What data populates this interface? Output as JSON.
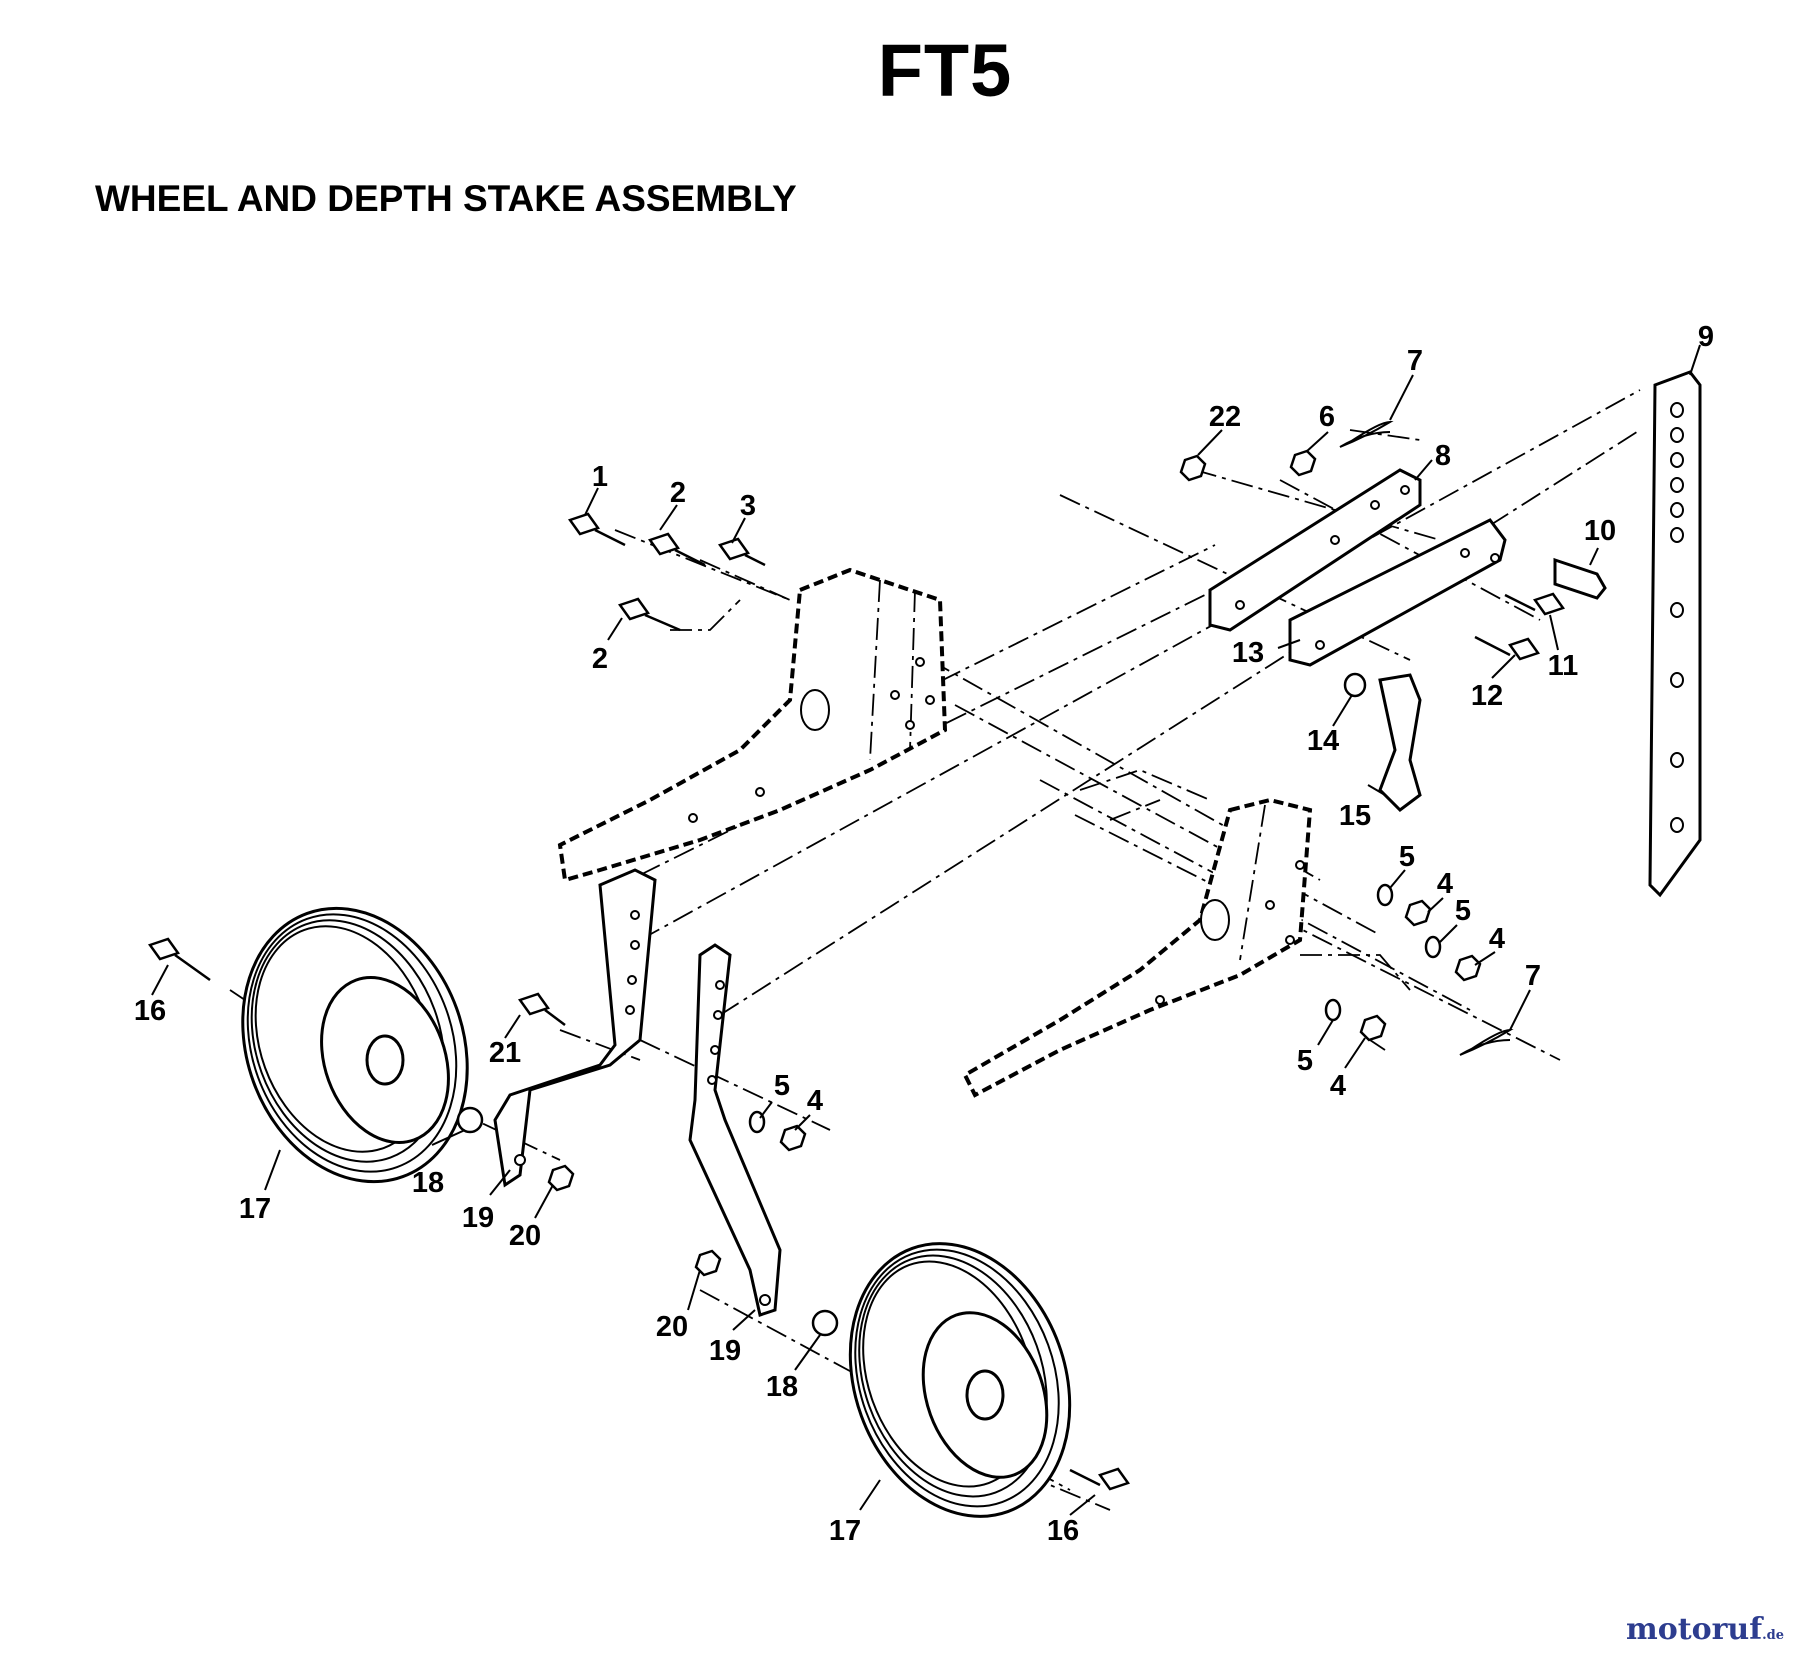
{
  "header": {
    "title": "FT5",
    "subtitle": "WHEEL AND DEPTH STAKE ASSEMBLY"
  },
  "diagram": {
    "callouts": [
      "1",
      "2",
      "3",
      "2",
      "22",
      "6",
      "7",
      "8",
      "9",
      "10",
      "11",
      "12",
      "13",
      "14",
      "15",
      "5",
      "4",
      "5",
      "4",
      "7",
      "5",
      "4",
      "16",
      "21",
      "5",
      "4",
      "17",
      "18",
      "19",
      "20",
      "20",
      "19",
      "18",
      "17",
      "16"
    ]
  },
  "watermark": {
    "brand": "motoruf",
    "tld": ".de"
  }
}
